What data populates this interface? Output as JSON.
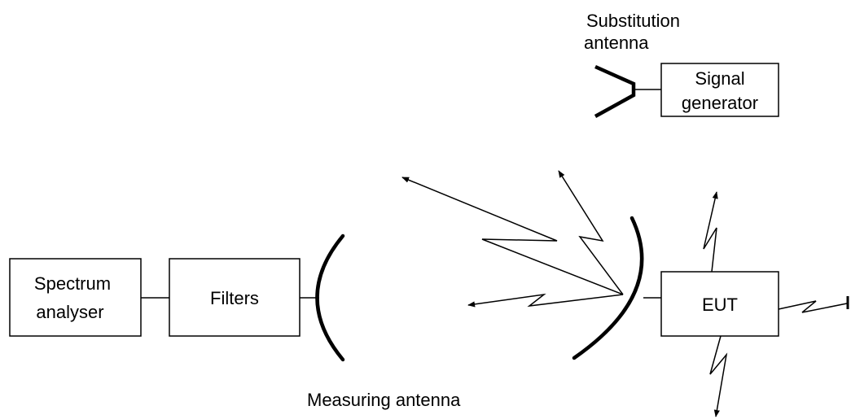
{
  "labels": {
    "substitution_antenna_line1": "Substitution",
    "substitution_antenna_line2": "antenna",
    "signal_generator_line1": "Signal",
    "signal_generator_line2": "generator",
    "spectrum_analyser_line1": "Spectrum",
    "spectrum_analyser_line2": "analyser",
    "filters": "Filters",
    "eut": "EUT",
    "measuring_antenna": "Measuring antenna"
  }
}
